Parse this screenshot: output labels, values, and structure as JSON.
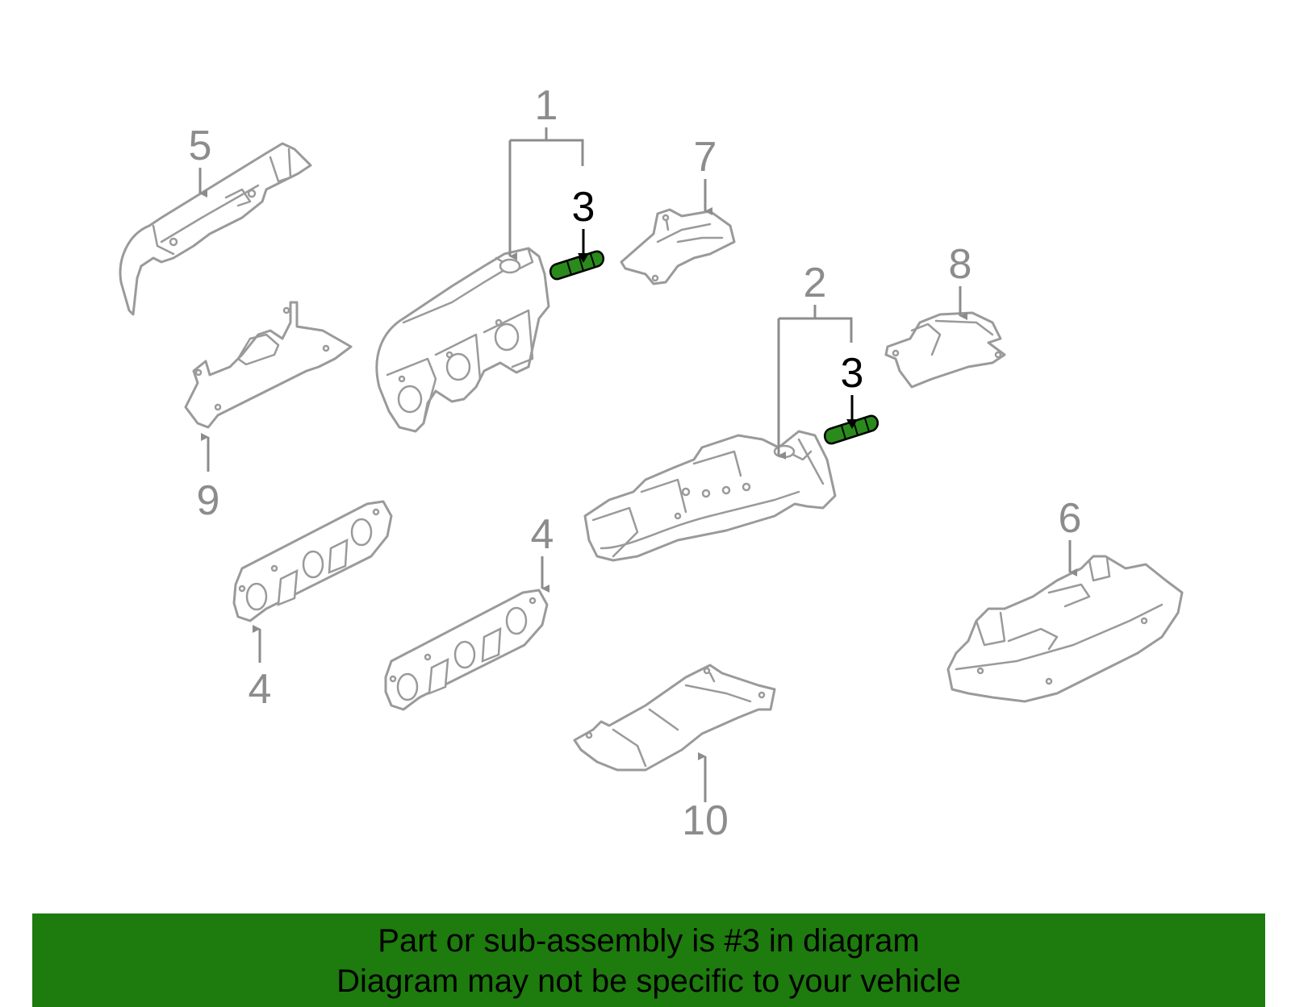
{
  "callouts": {
    "c1": "1",
    "c2": "2",
    "c3a": "3",
    "c3b": "3",
    "c4a": "4",
    "c4b": "4",
    "c5": "5",
    "c6": "6",
    "c7": "7",
    "c8": "8",
    "c9": "9",
    "c10": "10"
  },
  "highlight_part": "3",
  "colors": {
    "highlight": "#2a8a1c",
    "banner": "#1e7b0e",
    "line_art": "#9a9a9a"
  },
  "banner": {
    "line1": "Part or sub-assembly is #3 in diagram",
    "line2": "Diagram may not be specific to your vehicle"
  }
}
